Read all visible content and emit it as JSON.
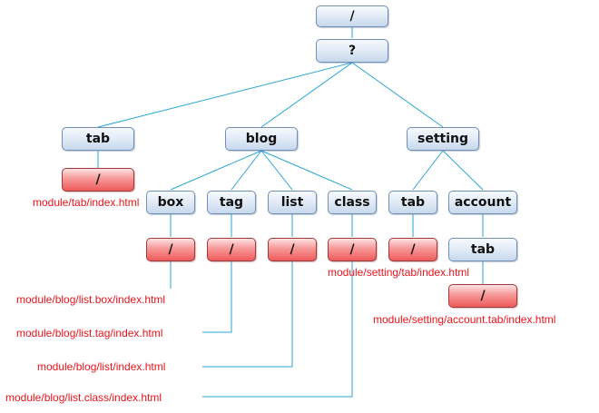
{
  "colors": {
    "connector": "#2aa6d4",
    "route_text": "#e8141c",
    "node_border": "#6f8fb5",
    "route_node": "#ee5b5b"
  },
  "tree": {
    "root": "/",
    "param": "?",
    "branches": {
      "tab": {
        "label": "tab",
        "slash": "/",
        "path": "module/tab/index.html"
      },
      "blog": {
        "label": "blog",
        "children": {
          "box": {
            "label": "box",
            "slash": "/",
            "path": "module/blog/list.box/index.html"
          },
          "tag": {
            "label": "tag",
            "slash": "/",
            "path": "module/blog/list.tag/index.html"
          },
          "list": {
            "label": "list",
            "slash": "/",
            "path": "module/blog/list/index.html"
          },
          "class": {
            "label": "class",
            "slash": "/",
            "path": "module/blog/list.class/index.html"
          }
        }
      },
      "setting": {
        "label": "setting",
        "children": {
          "tab": {
            "label": "tab",
            "slash": "/",
            "path": "module/setting/tab/index.html"
          },
          "account": {
            "label": "account",
            "sub_label": "tab",
            "slash": "/",
            "path": "module/setting/account.tab/index.html"
          }
        }
      }
    }
  }
}
